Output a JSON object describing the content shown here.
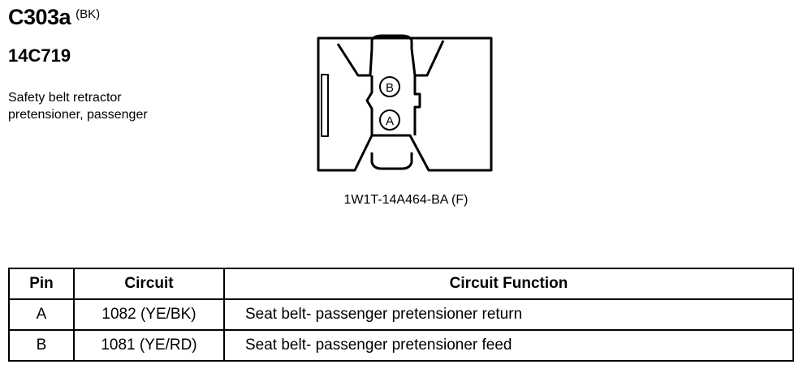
{
  "header": {
    "connector_id": "C303a",
    "color_code": "(BK)",
    "part_number": "14C719",
    "description_line1": "Safety belt retractor",
    "description_line2": "pretensioner, passenger"
  },
  "connector": {
    "pin_b_label": "B",
    "pin_a_label": "A",
    "part_label": "1W1T-14A464-BA (F)"
  },
  "table": {
    "headers": {
      "pin": "Pin",
      "circuit": "Circuit",
      "function": "Circuit Function"
    },
    "rows": [
      {
        "pin": "A",
        "circuit": "1082 (YE/BK)",
        "function": "Seat belt- passenger pretensioner return"
      },
      {
        "pin": "B",
        "circuit": "1081 (YE/RD)",
        "function": "Seat belt- passenger pretensioner feed"
      }
    ]
  }
}
